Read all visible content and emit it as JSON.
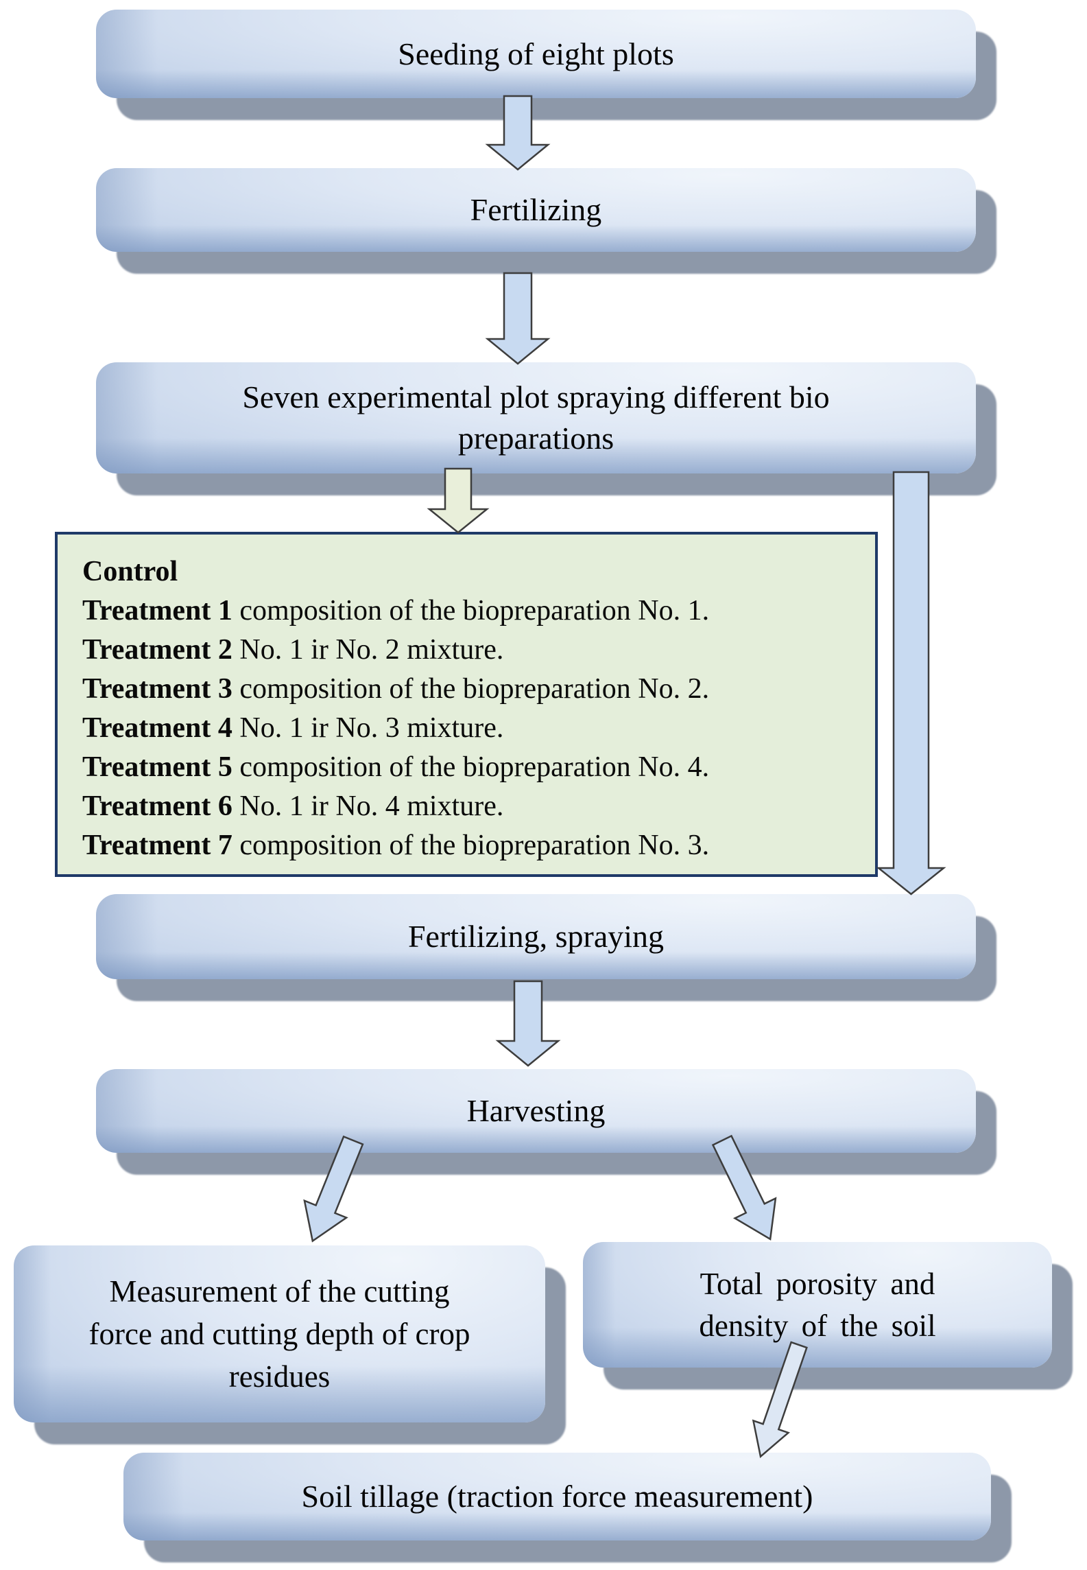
{
  "boxes": {
    "seeding": {
      "label": "Seeding of eight plots"
    },
    "fertilizing": {
      "label": "Fertilizing"
    },
    "spraying": {
      "label": "Seven experimental plot spraying different bio preparations"
    },
    "fertilizing_spraying": {
      "label": "Fertilizing, spraying"
    },
    "harvesting": {
      "label": "Harvesting"
    },
    "measurement": {
      "label": "Measurement of the cutting force and cutting depth of crop residues"
    },
    "porosity": {
      "label": "Total porosity and density of the soil"
    },
    "soil_tillage": {
      "label": "Soil tillage (traction force measurement)"
    }
  },
  "treatments": {
    "heading": "Control",
    "items": [
      {
        "name": "Treatment 1",
        "desc": "composition of the biopreparation No. 1."
      },
      {
        "name": "Treatment 2",
        "desc": "No. 1 ir No. 2 mixture."
      },
      {
        "name": "Treatment 3",
        "desc": "composition of the biopreparation No. 2."
      },
      {
        "name": "Treatment 4",
        "desc": "No. 1 ir No. 3 mixture."
      },
      {
        "name": "Treatment 5",
        "desc": "composition of the biopreparation No. 4."
      },
      {
        "name": "Treatment 6",
        "desc": "No. 1 ir No. 4 mixture."
      },
      {
        "name": "Treatment 7",
        "desc": "composition of the biopreparation No. 3."
      }
    ]
  },
  "colors": {
    "box_fill_light": "#f0f5fb",
    "box_fill_dark": "#9db3d7",
    "box_shadow": "#8d98a9",
    "arrow_blue": "#c8daf1",
    "arrow_cream": "#e9efda",
    "arrow_light": "#dde7f4",
    "arrow_outline": "#3d3d3d",
    "treatments_fill": "#e4eeda",
    "treatments_border": "#1f3a68",
    "text": "#050505"
  }
}
